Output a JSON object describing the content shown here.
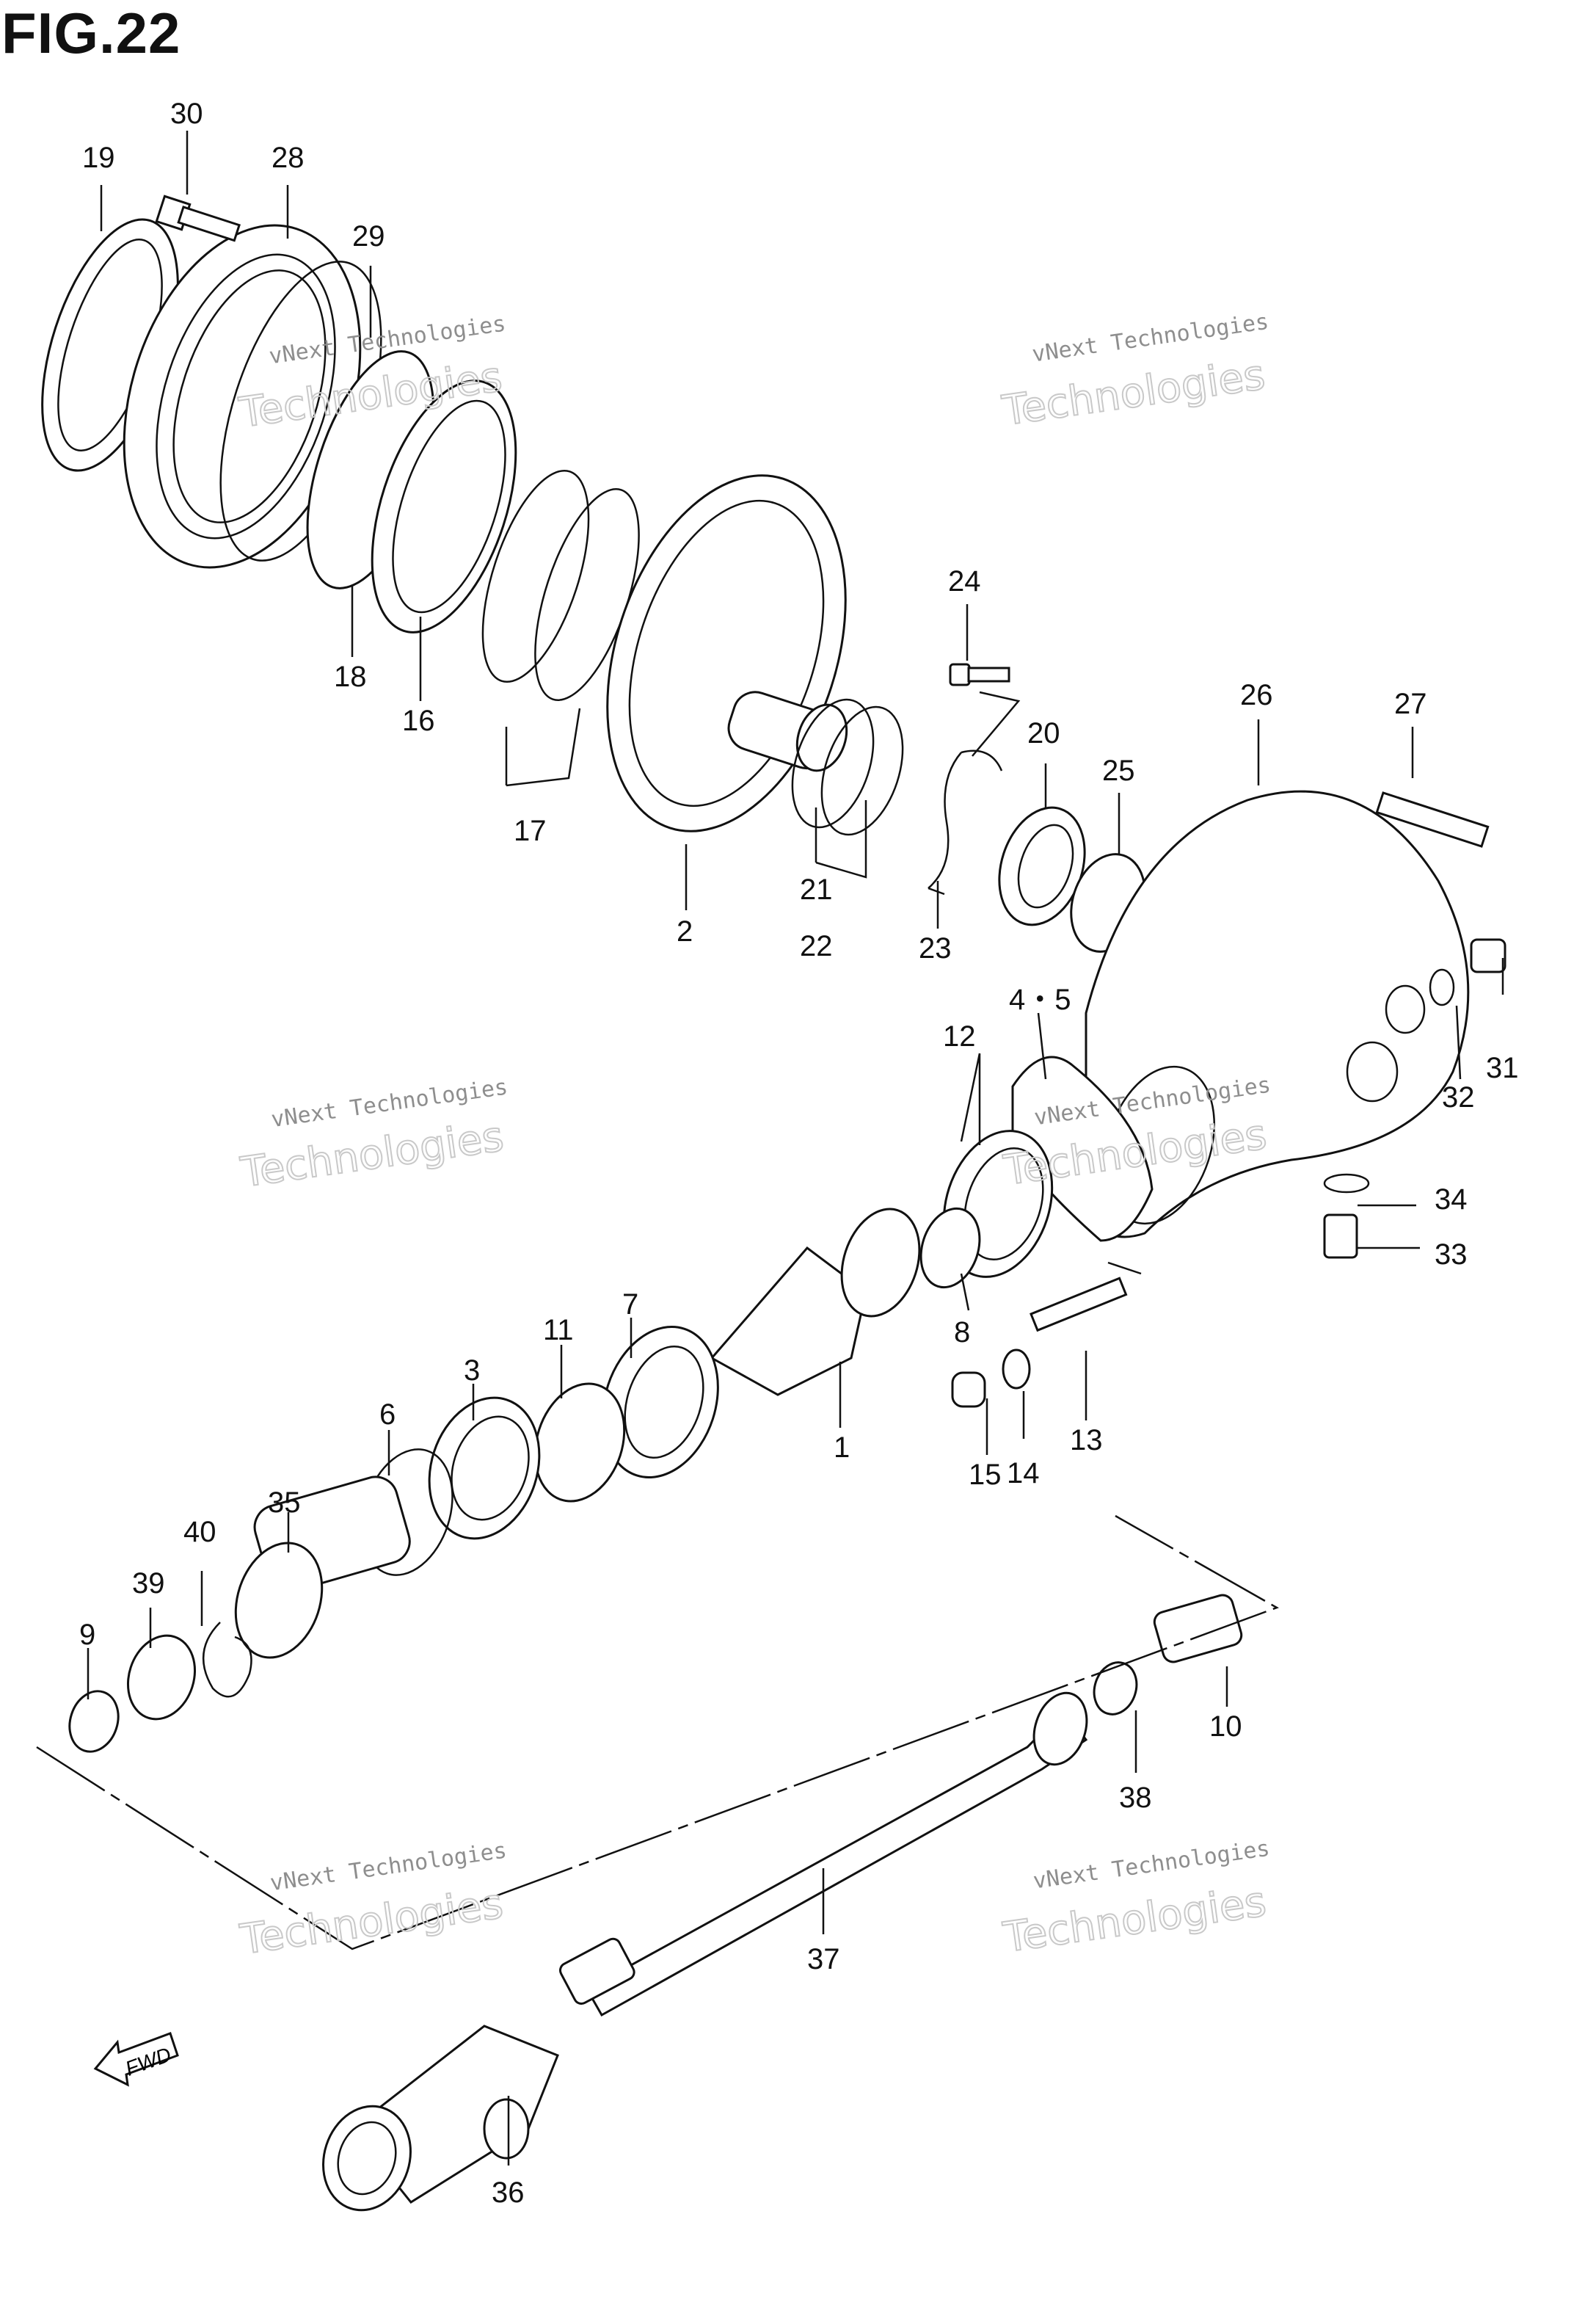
{
  "figure": {
    "title": "FIG.22"
  },
  "watermark": {
    "line1": "vNext Technologies",
    "line2": "Technologies"
  },
  "arrow": {
    "label": "FWD"
  },
  "callouts": [
    "1",
    "2",
    "3",
    "4・5",
    "6",
    "7",
    "8",
    "9",
    "10",
    "11",
    "12",
    "13",
    "14",
    "15",
    "16",
    "17",
    "18",
    "19",
    "20",
    "21",
    "22",
    "23",
    "24",
    "25",
    "26",
    "27",
    "28",
    "29",
    "30",
    "31",
    "32",
    "33",
    "34",
    "35",
    "36",
    "37",
    "38",
    "39",
    "40"
  ],
  "colors": {
    "line": "#111111",
    "watermark": "#9a9a9a",
    "background": "#ffffff"
  }
}
